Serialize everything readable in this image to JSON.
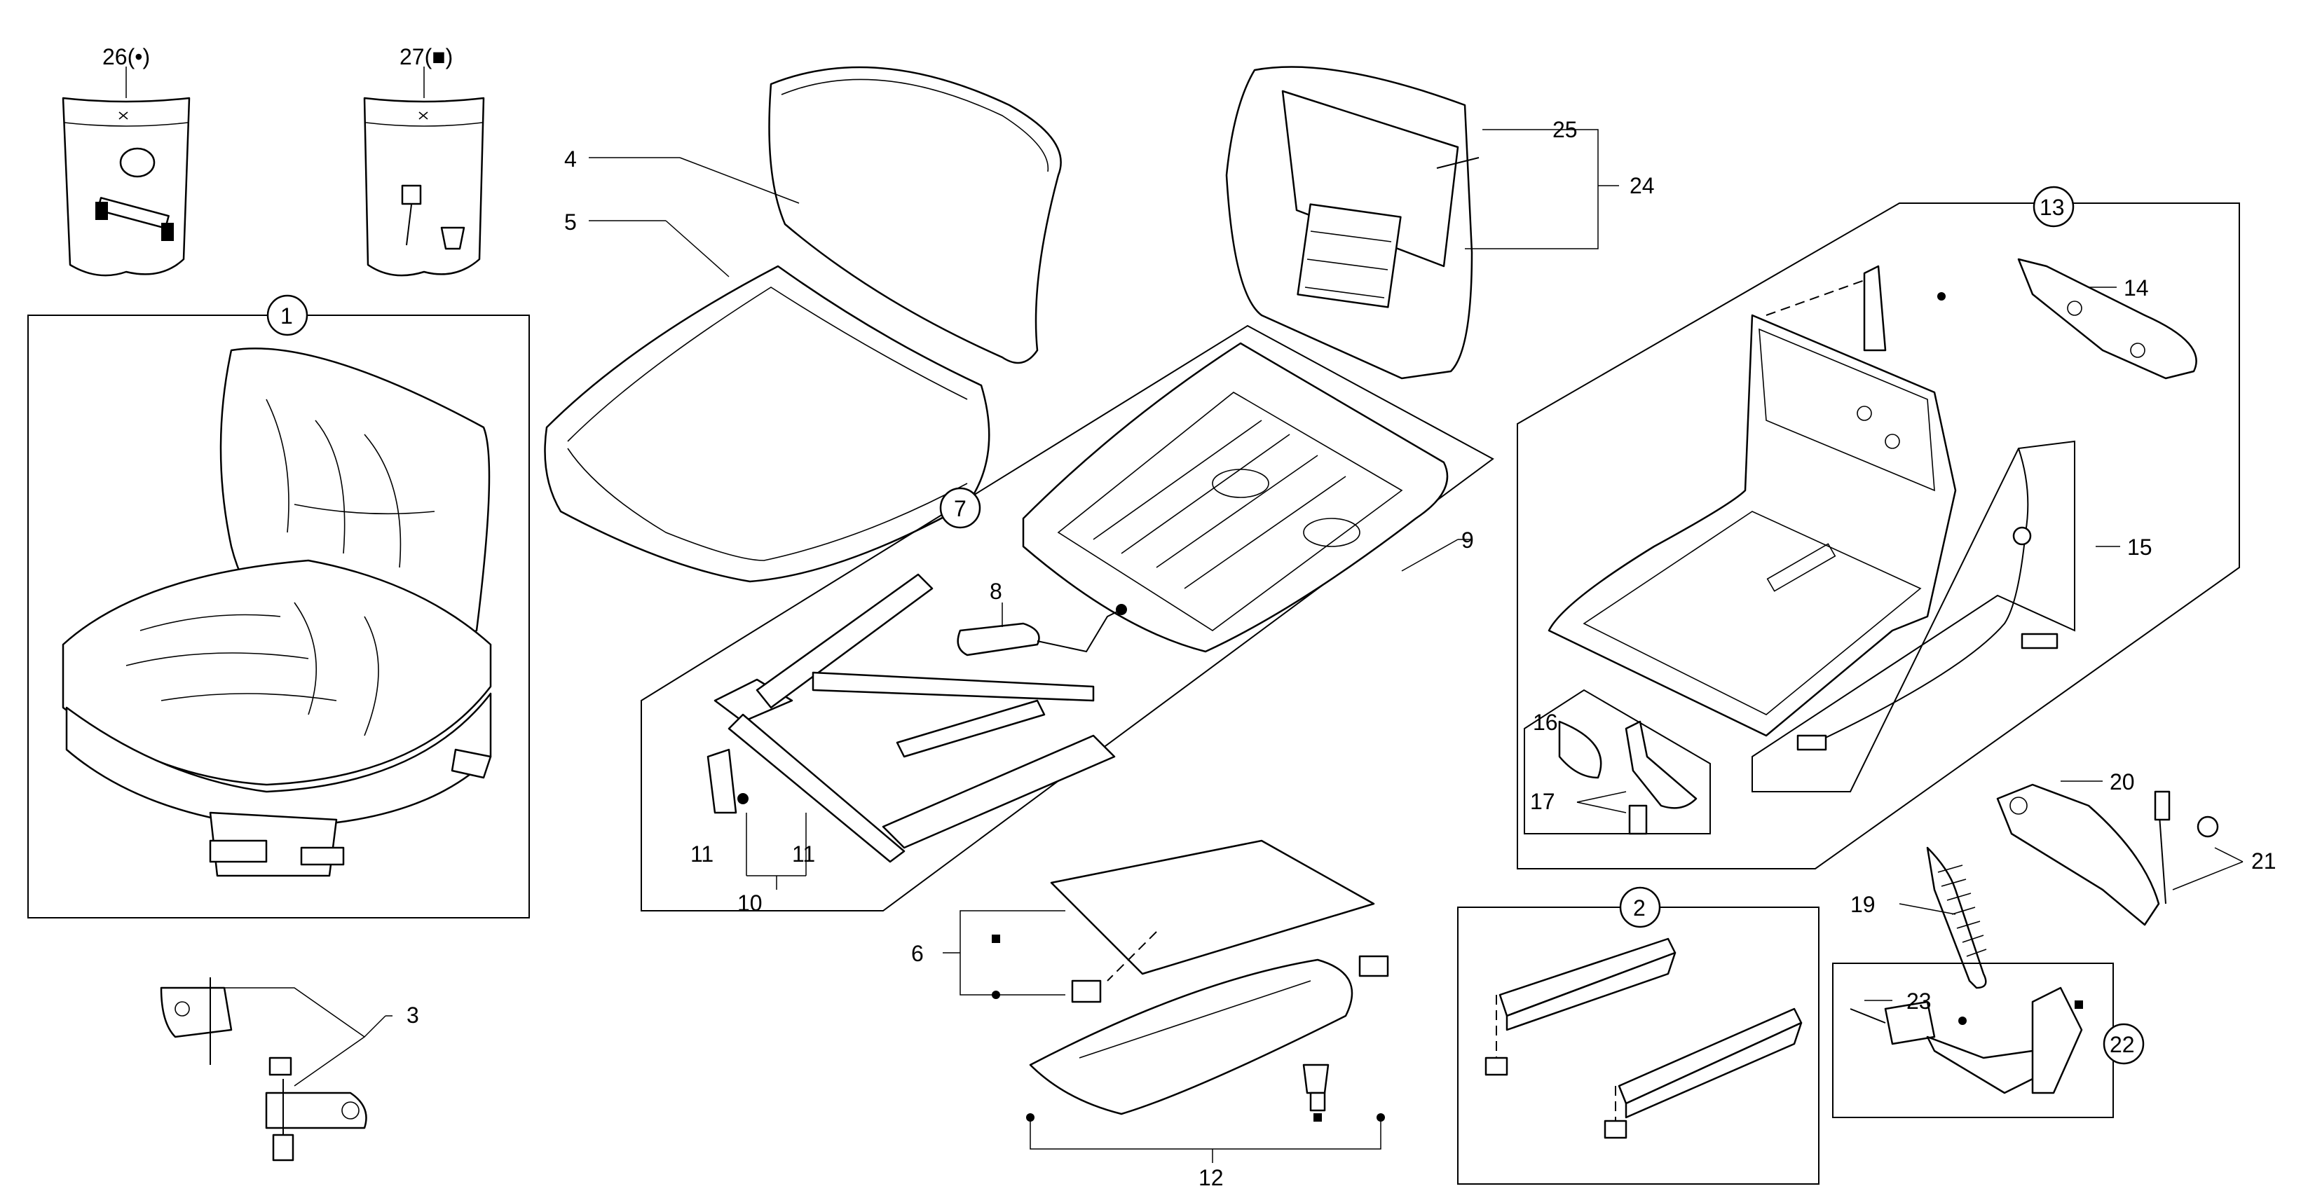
{
  "diagram": {
    "callouts": {
      "c1": "1",
      "c2": "2",
      "c3": "3",
      "c4": "4",
      "c5": "5",
      "c6": "6",
      "c7": "7",
      "c8": "8",
      "c9": "9",
      "c10": "10",
      "c11a": "11",
      "c11b": "11",
      "c12": "12",
      "c13": "13",
      "c14": "14",
      "c15": "15",
      "c16": "16",
      "c17": "17",
      "c19": "19",
      "c20": "20",
      "c21": "21",
      "c22": "22",
      "c23": "23",
      "c24": "24",
      "c25": "25",
      "c26": "26(•)",
      "c27": "27(■)"
    },
    "circled_callouts": [
      "1",
      "2",
      "7",
      "13",
      "22"
    ],
    "marker_symbols": {
      "dot": "•",
      "square": "■"
    }
  }
}
